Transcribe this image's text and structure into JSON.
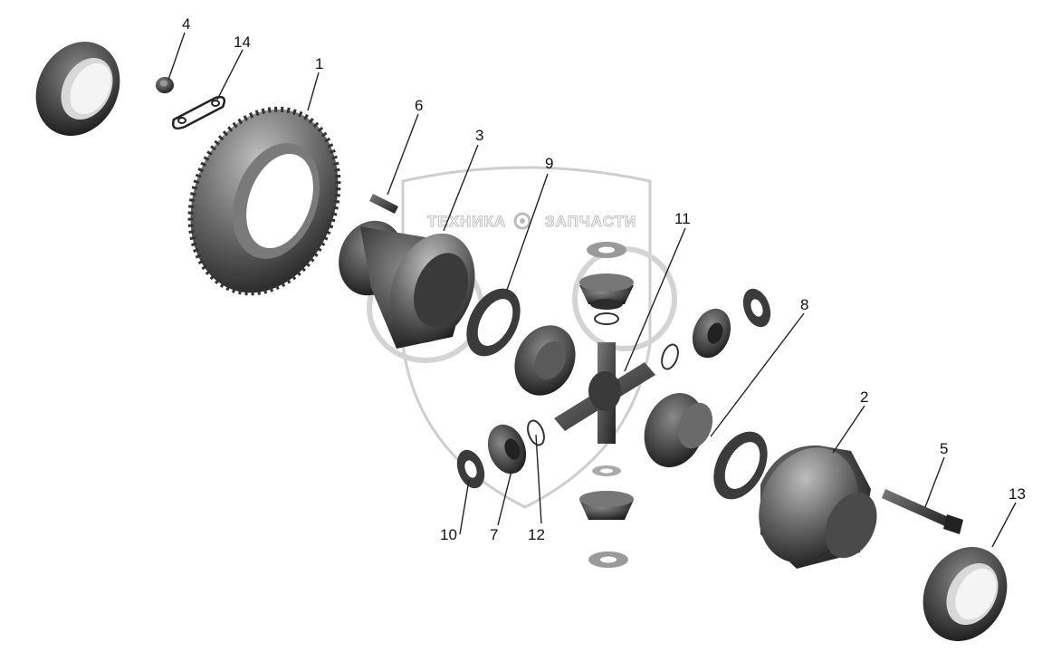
{
  "watermark": {
    "left_text": "ТЕХНИКА",
    "right_text": "ЗАПЧАСТИ",
    "icon": "gear-icon"
  },
  "callouts": {
    "c1": "1",
    "c2": "2",
    "c3": "3",
    "c4": "4",
    "c5": "5",
    "c6": "6",
    "c7": "7",
    "c8": "8",
    "c9": "9",
    "c10": "10",
    "c11": "11",
    "c12": "12",
    "c13": "13",
    "c14": "14"
  }
}
